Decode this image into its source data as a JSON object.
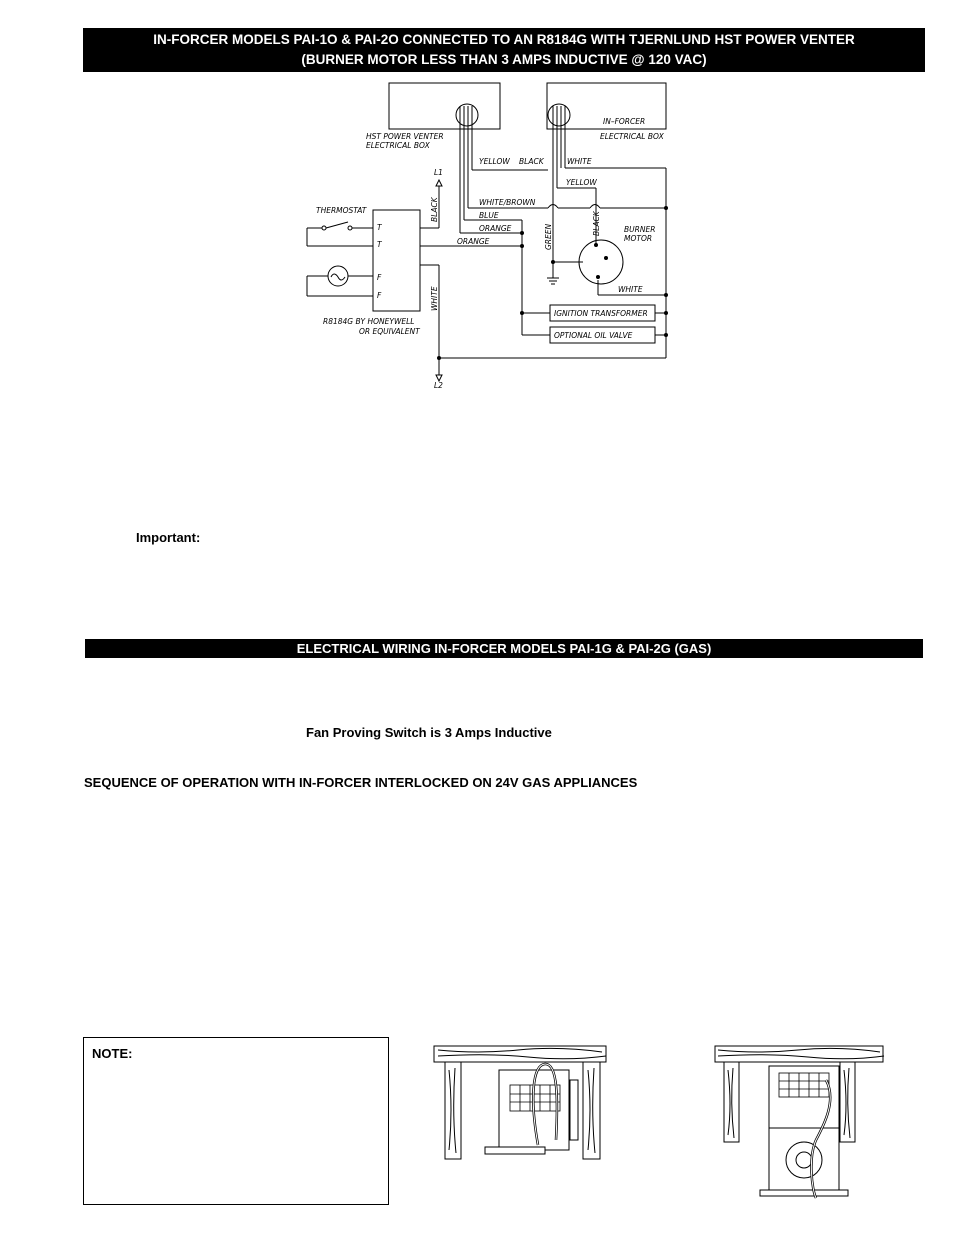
{
  "header_oil": {
    "line1": "IN-FORCER MODELS PAI-1O & PAI-2O CONNECTED TO AN R8184G WITH TJERNLUND HST POWER VENTER",
    "line2": "(BURNER MOTOR LESS THAN 3 AMPS INDUCTIVE @ 120 VAC)"
  },
  "diagram": {
    "hst_label1": "HST  POWER  VENTER",
    "hst_label2": "ELECTRICAL  BOX",
    "inforcer_label1": "IN–FORCER",
    "inforcer_label2": "ELECTRICAL  BOX",
    "yellow": "YELLOW",
    "black": "BLACK",
    "white": "WHITE",
    "yellow2": "YELLOW",
    "l1": "L1",
    "black_v": "BLACK",
    "thermostat": "THERMOSTAT",
    "white_brown": "WHITE/BROWN",
    "blue": "BLUE",
    "orange": "ORANGE",
    "orange2": "ORANGE",
    "t1": "T",
    "t2": "T",
    "f1": "F",
    "f2": "F",
    "green": "GREEN",
    "black_v2": "BLACK",
    "burner1": "BURNER",
    "burner2": "MOTOR",
    "white_v": "WHITE",
    "white_motor": "WHITE",
    "r8184_1": "R8184G  BY  HONEYWELL",
    "r8184_2": "OR  EQUIVALENT",
    "ignition": "IGNITION  TRANSFORMER",
    "oil_valve": "OPTIONAL  OIL  VALVE",
    "l2": "L2"
  },
  "important_label": "Important:",
  "header_gas": "ELECTRICAL WIRING IN-FORCER MODELS PAI-1G & PAI-2G  (GAS)",
  "fan_proving": "Fan Proving Switch is 3 Amps Inductive",
  "sequence_heading": "SEQUENCE OF OPERATION WITH IN-FORCER INTERLOCKED ON 24V GAS APPLIANCES",
  "note_label": "NOTE:"
}
